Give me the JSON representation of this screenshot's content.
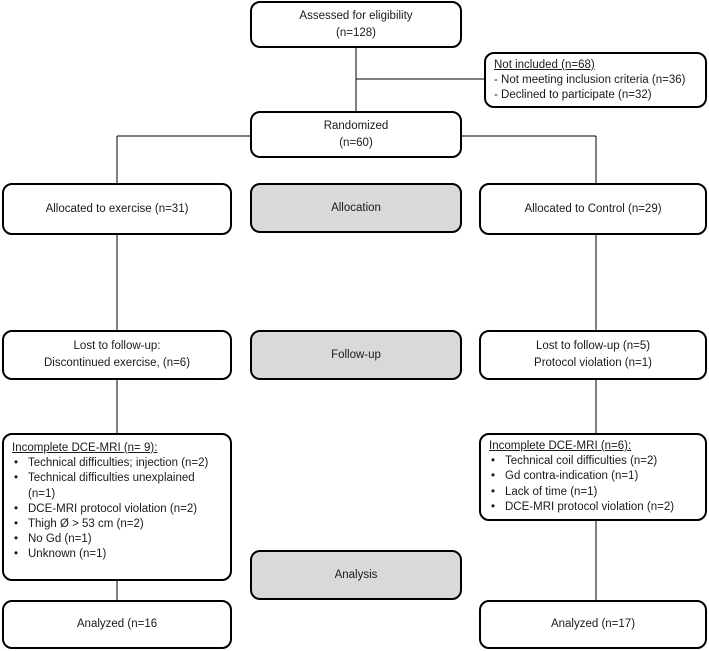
{
  "assessed": {
    "line1": "Assessed for eligibility",
    "line2": "(n=128)"
  },
  "not_included": {
    "title": "Not included (n=68)",
    "items": [
      "Not meeting inclusion criteria (n=36)",
      "Declined to participate (n=32)"
    ]
  },
  "randomized": {
    "line1": "Randomized",
    "line2": "(n=60)"
  },
  "stages": {
    "allocation": "Allocation",
    "followup": "Follow-up",
    "analysis": "Analysis"
  },
  "exercise": {
    "allocated": "Allocated to exercise (n=31)",
    "lost_line1": "Lost to follow-up:",
    "lost_line2": "Discontinued exercise, (n=6)",
    "incomplete_title": "Incomplete DCE-MRI (n= 9):",
    "incomplete_items": [
      "Technical difficulties; injection (n=2)",
      "Technical difficulties unexplained (n=1)",
      "DCE-MRI protocol violation (n=2)",
      "Thigh Ø > 53 cm (n=2)",
      "No Gd (n=1)",
      "Unknown (n=1)"
    ],
    "analyzed": "Analyzed (n=16"
  },
  "control": {
    "allocated": "Allocated to Control (n=29)",
    "lost_line1": "Lost to follow-up (n=5)",
    "lost_line2": "Protocol violation (n=1)",
    "incomplete_title": "Incomplete DCE-MRI (n=6):",
    "incomplete_items": [
      "Technical coil difficulties (n=2)",
      "Gd contra-indication (n=1)",
      "Lack of time (n=1)",
      "DCE-MRI protocol violation (n=2)"
    ],
    "analyzed": "Analyzed (n=17)"
  }
}
